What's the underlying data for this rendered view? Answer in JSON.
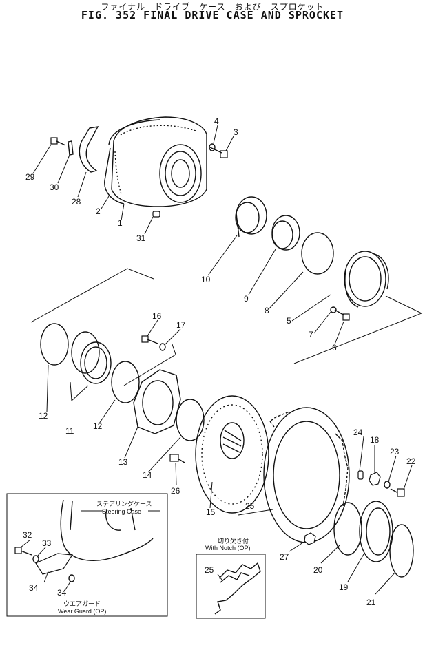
{
  "title_jp": "ファイナル　ドライブ　ケース　および　スプロケット",
  "title_en": "FIG. 352  FINAL  DRIVE  CASE  AND  SPROCKET",
  "inset_wear_guard": {
    "steering_case_jp": "ステアリングケース",
    "steering_case_en": "Steering Case",
    "wear_guard_jp": "ウエアガード",
    "wear_guard_en": "Wear Guard (OP)"
  },
  "inset_notch": {
    "label_jp": "切り欠き付",
    "label_en": "With Notch (OP)",
    "part": "25"
  },
  "callouts": [
    "1",
    "2",
    "3",
    "4",
    "5",
    "6",
    "7",
    "8",
    "9",
    "10",
    "11",
    "12",
    "12",
    "13",
    "14",
    "15",
    "16",
    "17",
    "18",
    "19",
    "20",
    "21",
    "22",
    "23",
    "24",
    "25",
    "26",
    "27",
    "28",
    "29",
    "30",
    "31",
    "32",
    "33",
    "34",
    "34"
  ]
}
